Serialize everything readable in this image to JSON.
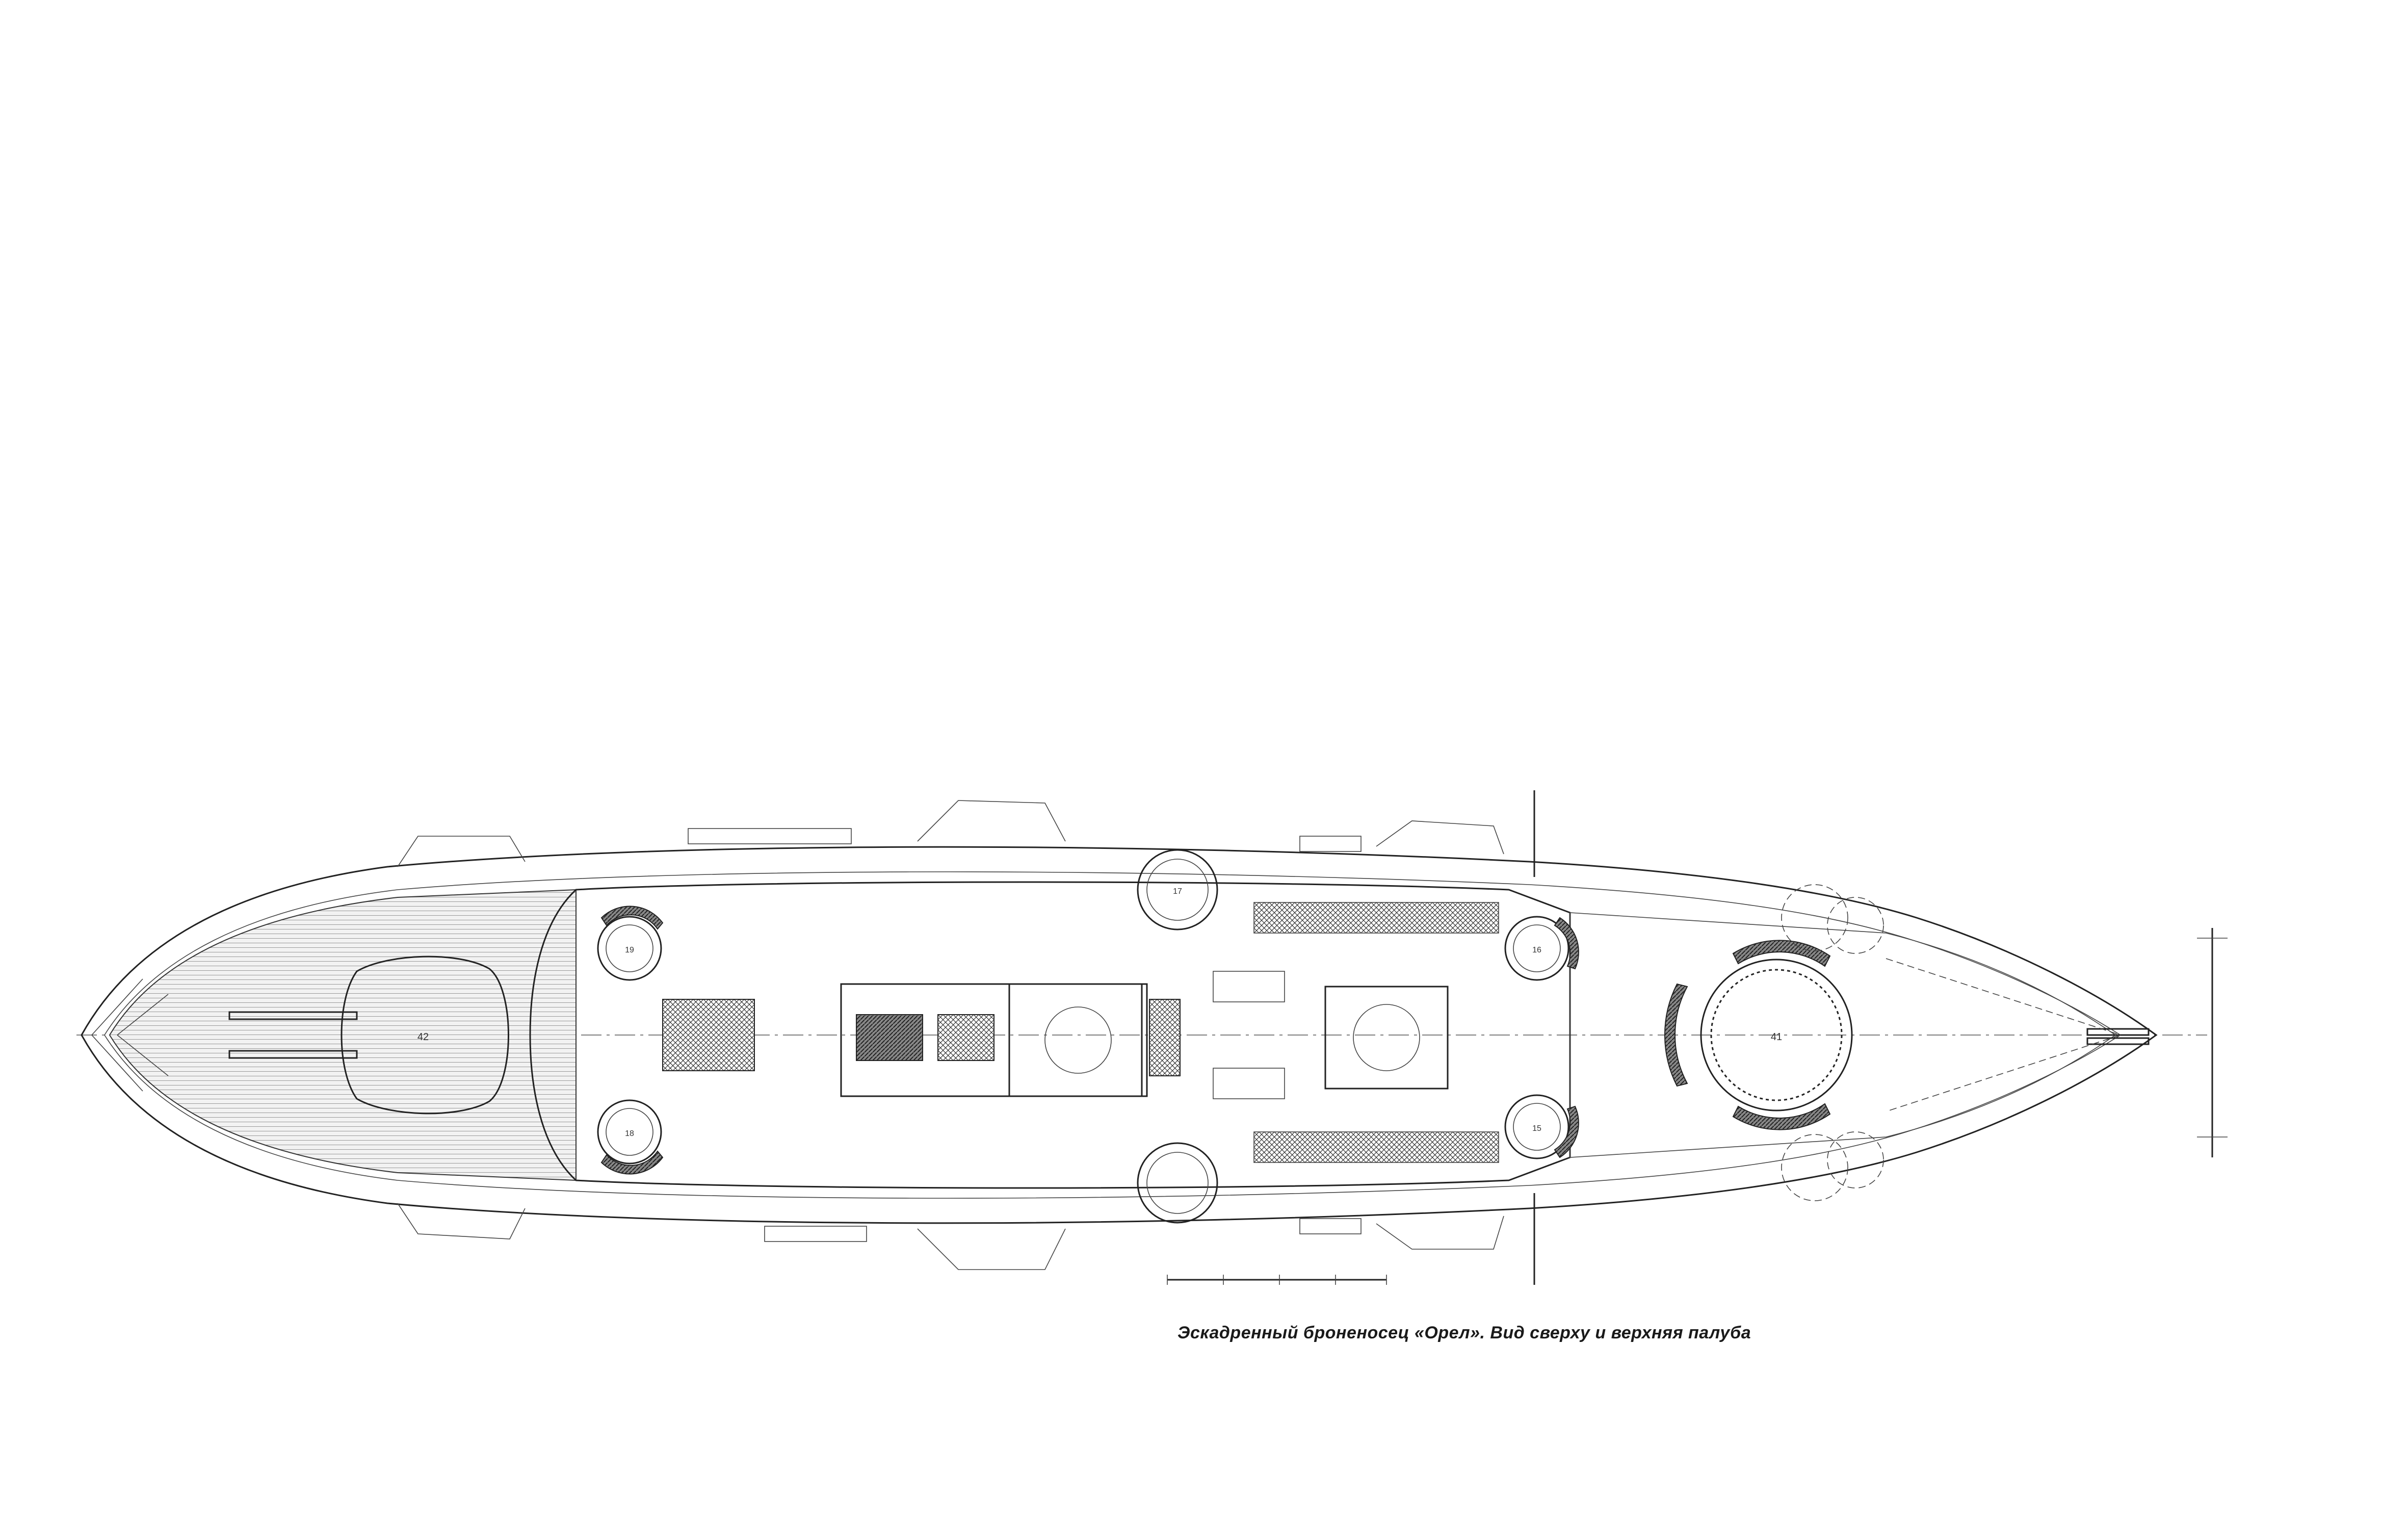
{
  "caption": "Эскадренный броненосец «Орел». Вид сверху и верхняя палуба",
  "colors": {
    "background": "#ffffff",
    "ink": "#222222"
  },
  "turrets": {
    "aft_main": "42",
    "fore_main": "41",
    "wing": [
      "19",
      "18",
      "17",
      "16",
      "15"
    ]
  }
}
